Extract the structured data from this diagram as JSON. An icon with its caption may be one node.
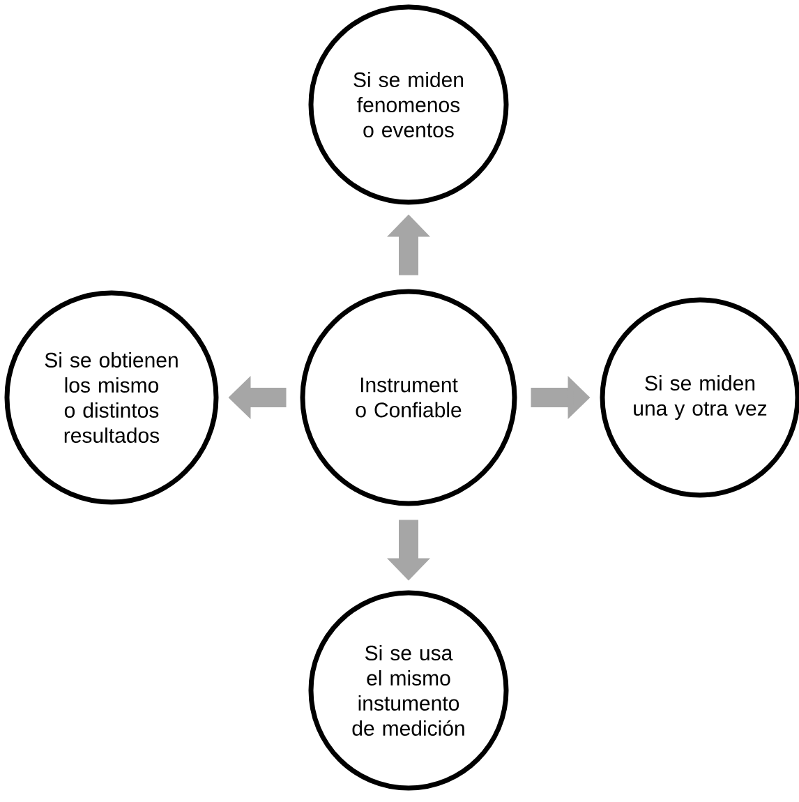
{
  "diagram": {
    "nodes": [
      {
        "text": [
          "Si se miden fenomenos o eventos"
        ]
      },
      {
        "text": [
          "Si se obtienen los mismo o distintos resultados"
        ]
      },
      {
        "text": [
          "Instrument o Confiable"
        ]
      },
      {
        "text": [
          "Si se miden una y otra vez"
        ]
      },
      {
        "text": [
          "Si se usa el mismo instumento de medición"
        ]
      }
    ],
    "edges": [
      {
        "from": 2,
        "to": 0,
        "arrow": "to"
      },
      {
        "from": 2,
        "to": 3,
        "arrow": "to"
      },
      {
        "from": 2,
        "to": 4,
        "arrow": "to"
      },
      {
        "from": 2,
        "to": 1,
        "arrow": "to"
      }
    ]
  }
}
